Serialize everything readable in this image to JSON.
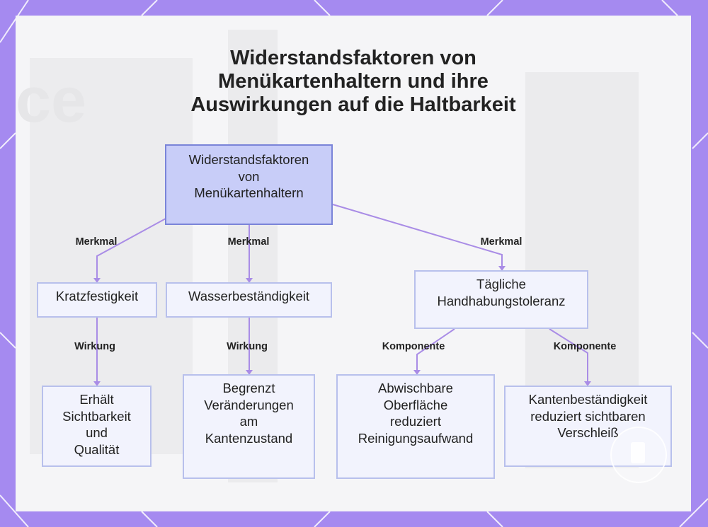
{
  "title": {
    "line1": "Widerstandsfaktoren von",
    "line2": "Menükartenhaltern und ihre",
    "line3": "Auswirkungen auf die Haltbarkeit"
  },
  "nodes": {
    "root": [
      "Widerstandsfaktoren",
      "von",
      "Menükartenhaltern"
    ],
    "kratz": [
      "Kratzfestigkeit"
    ],
    "wasser": [
      "Wasserbeständigkeit"
    ],
    "taeglich": [
      "Tägliche",
      "Handhabungstoleranz"
    ],
    "erhaelt": [
      "Erhält",
      "Sichtbarkeit",
      "und",
      "Qualität"
    ],
    "begrenzt": [
      "Begrenzt",
      "Veränderungen",
      "am",
      "Kantenzustand"
    ],
    "abwisch": [
      "Abwischbare",
      "Oberfläche",
      "reduziert",
      "Reinigungsaufwand"
    ],
    "kanten": [
      "Kantenbeständigkeit",
      "reduziert sichtbaren",
      "Verschleiß"
    ]
  },
  "edge_labels": {
    "merkmal_1": "Merkmal",
    "merkmal_2": "Merkmal",
    "merkmal_3": "Merkmal",
    "wirkung_1": "Wirkung",
    "wirkung_2": "Wirkung",
    "komponente_1": "Komponente",
    "komponente_2": "Komponente"
  },
  "colors": {
    "frame": "#a58af0",
    "connector": "#a98ce6",
    "root_fill": "#c8cdf8",
    "root_border": "#7a84d8",
    "node_fill": "#f2f3fd",
    "node_border": "#b8c0ec"
  }
}
